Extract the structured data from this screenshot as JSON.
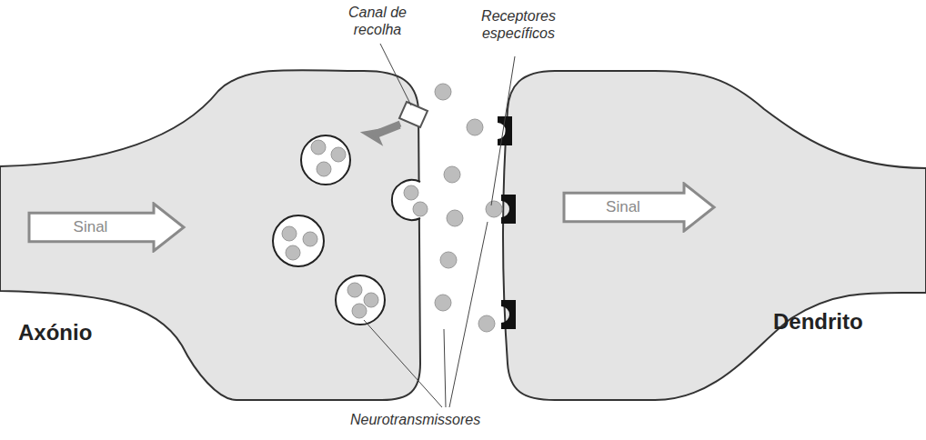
{
  "diagram": {
    "nodes": [
      {
        "text": [
          "Sinal"
        ]
      },
      {
        "text": [
          "Sinal"
        ]
      }
    ],
    "labels": [
      "Canal de recolha",
      "Receptores específicos",
      "Axónio",
      "Dendrito",
      "Neurotransmissores"
    ]
  }
}
